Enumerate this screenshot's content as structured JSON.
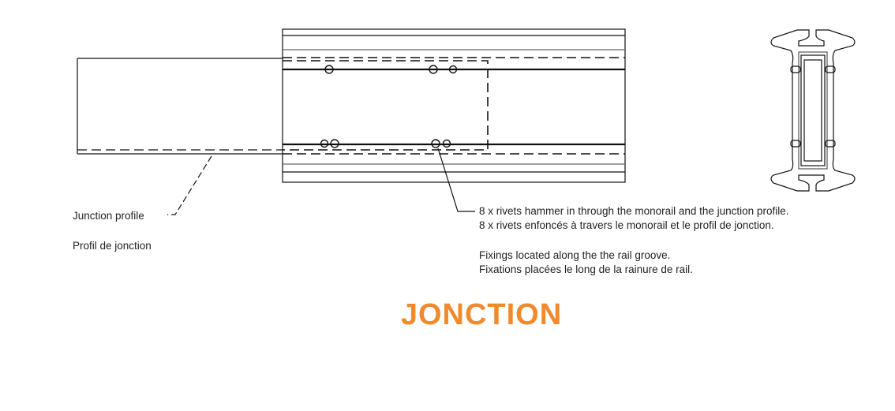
{
  "labels": {
    "junction_profile_en": "Junction profile",
    "junction_profile_fr": "Profil de jonction",
    "rivets_en": "8 x rivets hammer in through the monorail and the junction profile.",
    "rivets_fr": "8 x rivets enfoncés à travers le monorail et le profil de jonction.",
    "fixings_en": "Fixings located along the the rail groove.",
    "fixings_fr": "Fixations placées le long de la rainure de rail."
  },
  "title": "JONCTION",
  "colors": {
    "title": "#F08A2C",
    "line": "#111111"
  }
}
